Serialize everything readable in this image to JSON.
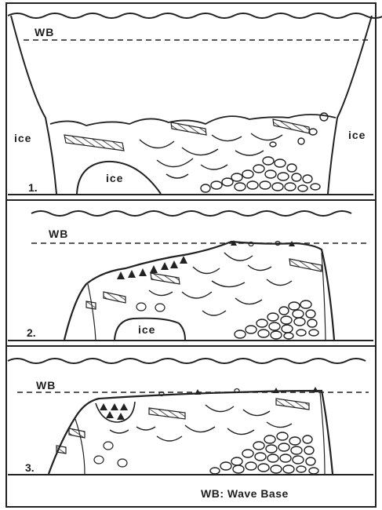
{
  "panels": [
    {
      "number": "1.",
      "wave_base_label": "WB",
      "ice_left": "ice",
      "ice_right": "ice",
      "ice_core": "ice"
    },
    {
      "number": "2.",
      "wave_base_label": "WB",
      "ice_core": "ice"
    },
    {
      "number": "3.",
      "wave_base_label": "WB"
    }
  ],
  "legend": {
    "text": "WB: Wave Base"
  }
}
